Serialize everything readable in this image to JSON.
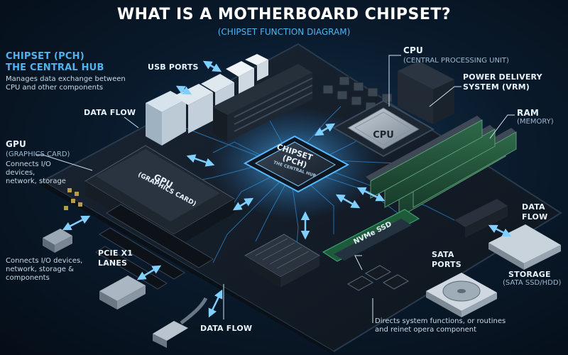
{
  "header": {
    "title": "WHAT IS A MOTHERBOARD CHIPSET?",
    "subtitle": "(CHIPSET FUNCTION DIAGRAM)"
  },
  "chipset_callout": {
    "title_line1": "CHIPSET (PCH)",
    "title_line2": "THE CENTRAL HUB",
    "description": "Manages data exchange between CPU and other components"
  },
  "labels": {
    "usb_ports": "USB PORTS",
    "data_flow_left": "DATA FLOW",
    "gpu": "GPU",
    "gpu_sub": "(GRAPHICS CARD)",
    "gpu_desc": "Connects I/O devices, network, storage",
    "connects_io": "Connects I/O devices, network, storage & components",
    "pcie_line1": "PCIe x1",
    "pcie_line2": "LANES",
    "data_flow_bottom": "DATA FLOW",
    "cpu": "CPU",
    "cpu_sub": "(CENTRAL PROCESSING UNIT)",
    "power_line1": "POWER DELIVERY",
    "power_line2": "SYSTEM (VRM)",
    "ram": "RAM",
    "ram_sub": "(MEMORY)",
    "data_flow_right_line1": "DATA",
    "data_flow_right_line2": "FLOW",
    "sata_line1": "SATA",
    "sata_line2": "PORTS",
    "storage": "STORAGE",
    "storage_sub": "(SATA SSD/HDD)",
    "directs": "Directs system functions, or routines and reinet opera component"
  },
  "components": {
    "cpu_chip": "CPU",
    "chipset_chip_line1": "CHIPSET",
    "chipset_chip_line2": "(PCH)",
    "chipset_chip_line3": "THE CENTRAL HUB",
    "gpu_card_line1": "GPU",
    "gpu_card_line2": "(GRAPHICS CARD)",
    "nvme": "NVMe SSD"
  },
  "colors": {
    "accent": "#4fb3f0",
    "glow": "#34a8ff",
    "board": "#141c26"
  }
}
